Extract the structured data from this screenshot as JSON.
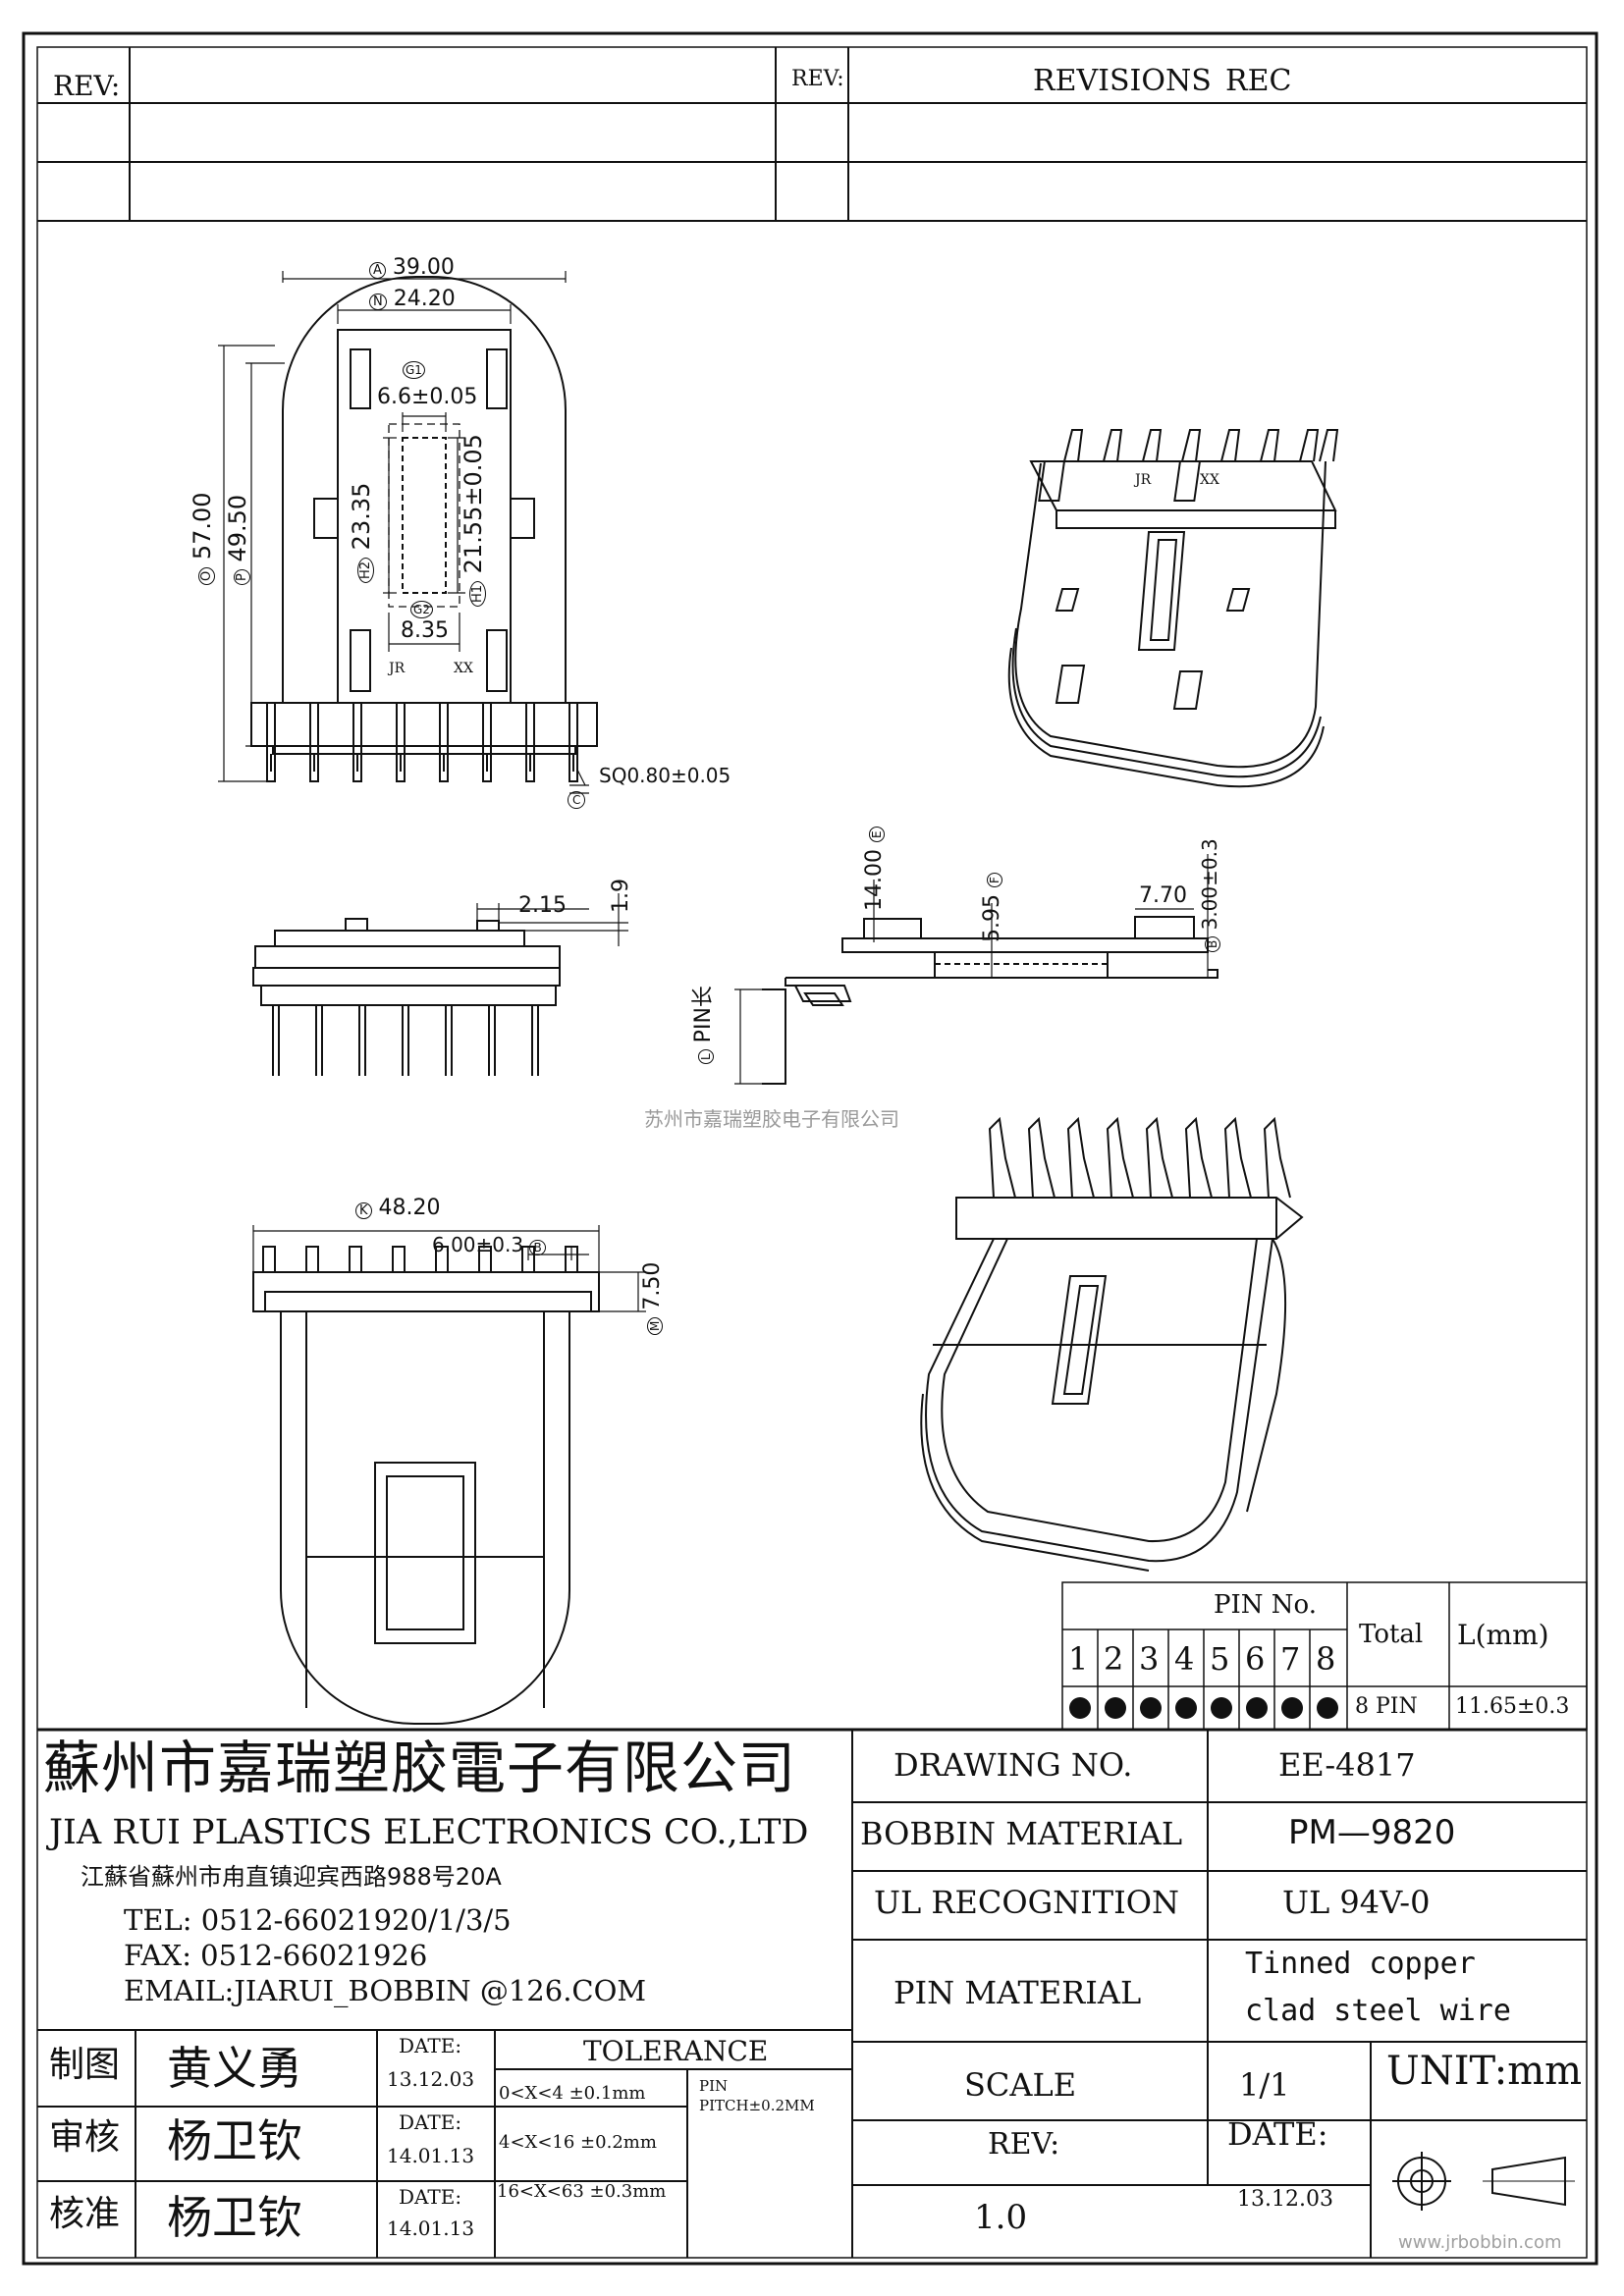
{
  "revision_block": {
    "rev_label_left": "REV:",
    "rev_label_mid": "REV:",
    "revisions_label": "REVISIONS",
    "rec_label": "REC"
  },
  "top_view": {
    "dim_A": "A",
    "val_A": "39.00",
    "dim_N": "N",
    "val_N": "24.20",
    "dim_G1": "G1",
    "val_G1": "6.6±0.05",
    "dim_O": "O",
    "val_O": "57.00",
    "dim_P": "P",
    "val_P": "49.50",
    "dim_H2": "H2",
    "val_H2": "23.35",
    "dim_H1": "H1",
    "val_H1": "21.55±0.05",
    "dim_G2": "G2",
    "val_G2": "8.35",
    "mark_jr": "JR",
    "mark_xx": "XX",
    "dim_C": "C",
    "val_C": "SQ0.80±0.05"
  },
  "side_view": {
    "val_215": "2.15",
    "val_19": "1.9"
  },
  "section_view": {
    "dim_E": "E",
    "val_E": "14.00",
    "dim_F": "F",
    "val_F": "5.95",
    "val_770": "7.70",
    "dim_B": "B",
    "val_B": "3.00±0.3",
    "dim_L": "L",
    "pin_len_label": "PIN长"
  },
  "bottom_view": {
    "dim_K": "K",
    "val_K": "48.20",
    "val_pitch": "6.00±0.3",
    "dim_pitch": "B",
    "dim_M": "M",
    "val_M": "7.50"
  },
  "iso_marks": {
    "jr": "JR",
    "xx": "XX"
  },
  "watermark": {
    "company": "苏州市嘉瑞塑胶电子有限公司",
    "url": "www.jrbobbin.com"
  },
  "pin_table": {
    "title": "PIN No.",
    "total_label": "Total",
    "l_label": "L(mm)",
    "pins": [
      "1",
      "2",
      "3",
      "4",
      "5",
      "6",
      "7",
      "8"
    ],
    "total_value": "8 PIN",
    "l_value": "11.65±0.3"
  },
  "company": {
    "name_cn": "蘇州市嘉瑞塑胶電子有限公司",
    "name_en": "JIA RUI PLASTICS ELECTRONICS CO.,LTD",
    "address": "江蘇省蘇州市甪直镇迎宾西路988号20A",
    "tel": "TEL: 0512-66021920/1/3/5",
    "fax": "FAX: 0512-66021926",
    "email": "EMAIL:JIARUI_BOBBIN @126.COM"
  },
  "info": {
    "drawing_no_label": "DRAWING  NO.",
    "drawing_no": "EE-4817",
    "bobbin_material_label": "BOBBIN  MATERIAL",
    "bobbin_material": "PM—9820",
    "ul_label": "UL RECOGNITION",
    "ul_value": "UL 94V-0",
    "pin_material_label": "PIN MATERIAL",
    "pin_material_1": "Tinned copper",
    "pin_material_2": "clad steel wire",
    "scale_label": "SCALE",
    "scale_value": "1/1",
    "unit_label": "UNIT:mm",
    "rev_label": "REV:",
    "rev_value": "1.0",
    "date_label": "DATE:",
    "date_value": "13.12.03"
  },
  "signatures": {
    "rows": [
      {
        "role": "制图",
        "name": "黄义勇",
        "date_label": "DATE:",
        "date": "13.12.03"
      },
      {
        "role": "审核",
        "name": "杨卫钦",
        "date_label": "DATE:",
        "date": "14.01.13"
      },
      {
        "role": "核准",
        "name": "杨卫钦",
        "date_label": "DATE:",
        "date": "14.01.13"
      }
    ]
  },
  "tolerance": {
    "title": "TOLERANCE",
    "rows": [
      "0<X<4  ±0.1mm",
      "4<X<16 ±0.2mm",
      "16<X<63 ±0.3mm"
    ],
    "pin_label": "PIN",
    "pin_pitch": "PITCH±0.2MM"
  }
}
